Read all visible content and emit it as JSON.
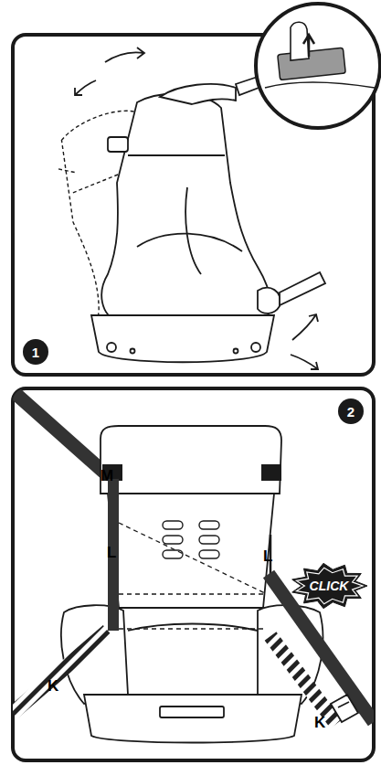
{
  "diagram": {
    "nodes": [
      {
        "text": [
          "1"
        ]
      },
      {
        "text": [
          "2"
        ]
      },
      {
        "text": [
          "CLICK"
        ]
      }
    ],
    "labels": [
      "M",
      "L",
      "L",
      "K",
      "K"
    ]
  }
}
